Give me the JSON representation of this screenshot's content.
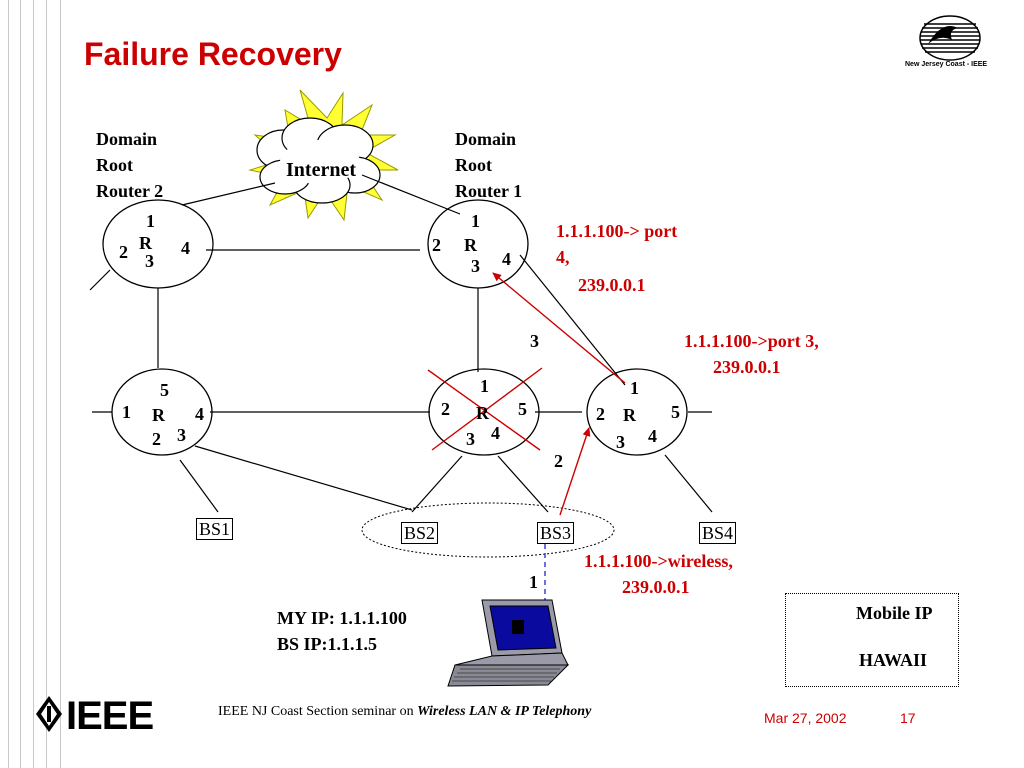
{
  "slide": {
    "title": "Failure Recovery",
    "logo_text": "New Jersey Coast - IEEE",
    "footer_prefix": "IEEE NJ Coast Section seminar on ",
    "footer_emphasis": "Wireless LAN & IP Telephony",
    "date": "Mar 27, 2002",
    "page_number": "17",
    "ieee_logo_text": "IEEE"
  },
  "diagram": {
    "internet_label": "Internet",
    "domain_root_2": [
      "Domain",
      "Root",
      "Router 2"
    ],
    "domain_root_1": [
      "Domain",
      "Root",
      "Router 1"
    ],
    "router_letter": "R",
    "router_tl_ports": [
      "1",
      "2",
      "3",
      "4"
    ],
    "router_tr_ports": [
      "1",
      "2",
      "3",
      "4"
    ],
    "router_ml_ports": [
      "5",
      "1",
      "4",
      "2",
      "3"
    ],
    "router_mm_ports": [
      "1",
      "2",
      "5",
      "4",
      "3"
    ],
    "router_mr_ports": [
      "1",
      "2",
      "5",
      "3",
      "4"
    ],
    "link_labels": [
      "3",
      "2",
      "1"
    ],
    "base_stations": [
      "BS1",
      "BS2",
      "BS3",
      "BS4"
    ],
    "annotation_top": [
      "1.1.1.100-> port",
      "4,",
      "239.0.0.1"
    ],
    "annotation_mid": [
      "1.1.1.100->port 3,",
      "239.0.0.1"
    ],
    "annotation_wireless": [
      "1.1.1.100->wireless,",
      "239.0.0.1"
    ],
    "host_ip": "MY IP: 1.1.1.100",
    "bs_ip": "BS IP:1.1.1.5",
    "failed_router": "middle router marked with red X",
    "colors": {
      "title": "#cc0000",
      "hawaii": "#cc0000",
      "mobile_ip": "#3333cc"
    }
  },
  "legend": {
    "mobile_ip": "Mobile IP",
    "hawaii": "HAWAII"
  }
}
